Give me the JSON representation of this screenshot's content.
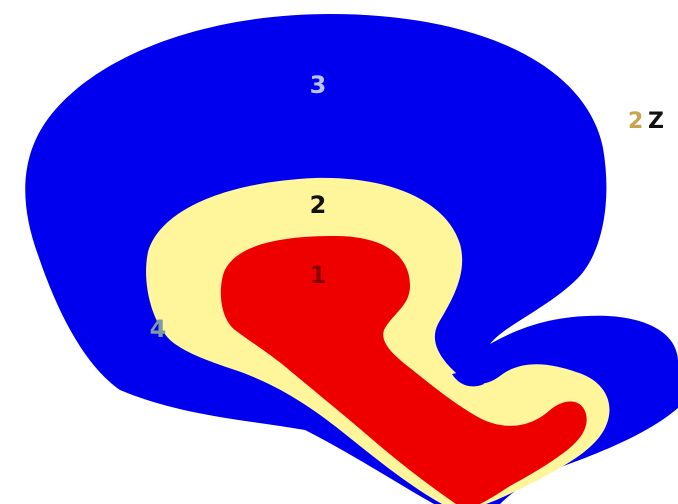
{
  "colors": {
    "outer_zone": "#0000ee",
    "middle_zone": "#fff59a",
    "inner_zone": "#ee0000",
    "label_zone_3": "#b8c4ff",
    "label_zone_2": "#111111",
    "label_zone_1": "#8a0000",
    "label_zone_4": "#7f9aa3",
    "legend_2": "#c8a44a",
    "legend_z": "#111111",
    "background": "#ffffff"
  },
  "labels": {
    "zone_3": "3",
    "zone_2": "2",
    "zone_1": "1",
    "zone_4": "4"
  },
  "legend": {
    "part_a": "2",
    "part_b": "Z"
  }
}
